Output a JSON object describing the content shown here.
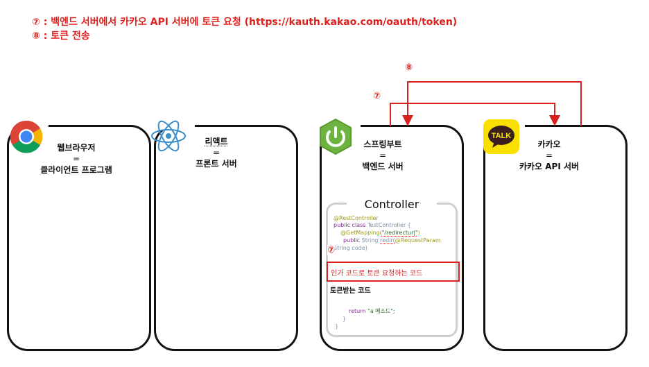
{
  "header": {
    "line1": "⑦ : 백엔드 서버에서 카카오 API 서버에 토큰 요청 (https://kauth.kakao.com/oauth/token)",
    "line2": "⑧ : 토큰 전송"
  },
  "step_labels": {
    "step7": "⑦",
    "step8": "⑧",
    "step7_inner": "⑦"
  },
  "cards": {
    "browser": {
      "title": "웹브라우저",
      "eq": "=",
      "subtitle": "클라이언트 프로그램",
      "icon": "chrome-icon"
    },
    "react": {
      "title": "리액트",
      "eq": "=",
      "subtitle": "프론트 서버",
      "icon": "react-icon"
    },
    "spring": {
      "title": "스프링부트",
      "eq": "=",
      "subtitle": "백엔드 서버",
      "icon": "spring-power-icon"
    },
    "kakao": {
      "title": "카카오",
      "eq": "=",
      "subtitle": "카카오 API 서버",
      "icon": "kakao-talk-icon",
      "icon_text": "TALK"
    }
  },
  "controller": {
    "title": "Controller",
    "line1": "@RestController",
    "line2_kw": "public class",
    "line2_name": "TestController {",
    "line3_ann": "@GetMapping(",
    "line3_str": "\"/redirectur|\"",
    "line3_end": ")",
    "line4_kw": "public",
    "line4_type": "String",
    "line4_name": "redir(",
    "line4_ann": "@RequestParam",
    "line5": "String code)",
    "red_text": "인가 코드로 토큰 요청하는 코드",
    "token_text": "토큰받는 코드",
    "return_kw": "return",
    "return_str": "\"a 메소드\";",
    "close1": "}",
    "close2": "}"
  },
  "colors": {
    "red": "#d8201f",
    "kakao_yellow": "#f9e000",
    "spring_green": "#6db33f",
    "react_blue": "#3a8fc7",
    "annotation_olive": "#9a9a22",
    "keyword_purple": "#8a2c99",
    "type_slate": "#7f8fa6"
  }
}
